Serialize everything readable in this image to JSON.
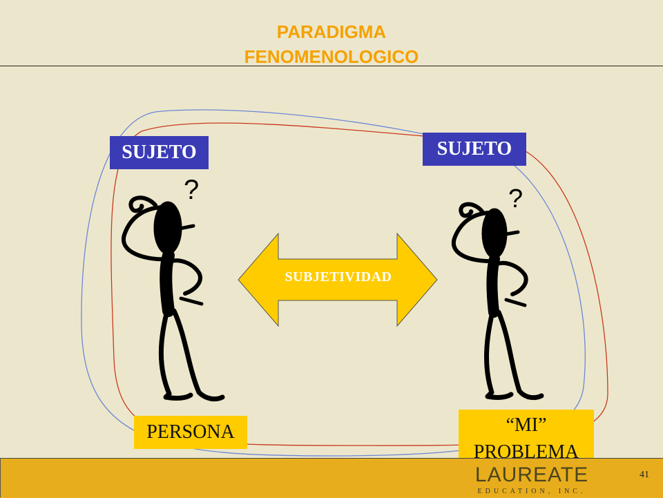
{
  "title": {
    "line1": "PARADIGMA",
    "line2": "FENOMENOLOGICO"
  },
  "labels": {
    "sujeto_left": "SUJETO",
    "sujeto_right": "SUJETO",
    "arrow": "SUBJETIVIDAD",
    "persona": "PERSONA",
    "problema_line1": "“MI”",
    "problema_line2": "PROBLEMA"
  },
  "thinkers": {
    "question_left": "?",
    "question_right": "?"
  },
  "footer": {
    "logo_word": "LAUREATE",
    "logo_sub": "EDUCATION, INC.",
    "slide_number": "41"
  },
  "colors": {
    "background": "#ece7cc",
    "title": "#f5a100",
    "sujeto_box": "#3a3bb5",
    "yellow": "#ffcc00",
    "footer": "#e8ad1c",
    "loop_red": "#c8391e",
    "loop_blue": "#6d86d6"
  }
}
